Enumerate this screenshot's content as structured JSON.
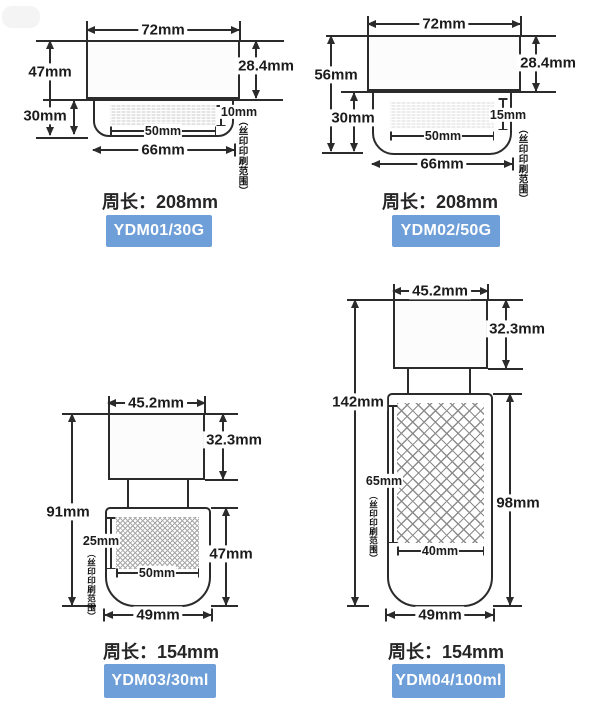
{
  "colors": {
    "accent": "#6f9fd8",
    "line": "#2b2b2b"
  },
  "annotation": "（丝印印刷范围）",
  "products": [
    {
      "model": "YDM01/30G",
      "perimeter": "周长：208mm",
      "top_width": "72mm",
      "total_height": "47mm",
      "cap_height": "28.4mm",
      "base_height": "30mm",
      "print_height": "10mm",
      "print_width": "50mm",
      "base_width": "66mm"
    },
    {
      "model": "YDM02/50G",
      "perimeter": "周长：208mm",
      "top_width": "72mm",
      "total_height": "56mm",
      "cap_height": "28.4mm",
      "base_height": "30mm",
      "print_height": "15mm",
      "print_width": "50mm",
      "base_width": "66mm"
    },
    {
      "model": "YDM03/30ml",
      "perimeter": "周长：154mm",
      "top_width": "45.2mm",
      "total_height": "91mm",
      "cap_height": "32.3mm",
      "base_height": "47mm",
      "print_height": "25mm",
      "print_width": "50mm",
      "base_width": "49mm"
    },
    {
      "model": "YDM04/100ml",
      "perimeter": "周长：154mm",
      "top_width": "45.2mm",
      "total_height": "142mm",
      "cap_height": "32.3mm",
      "base_height": "98mm",
      "print_height": "65mm",
      "print_width": "40mm",
      "base_width": "49mm"
    }
  ]
}
